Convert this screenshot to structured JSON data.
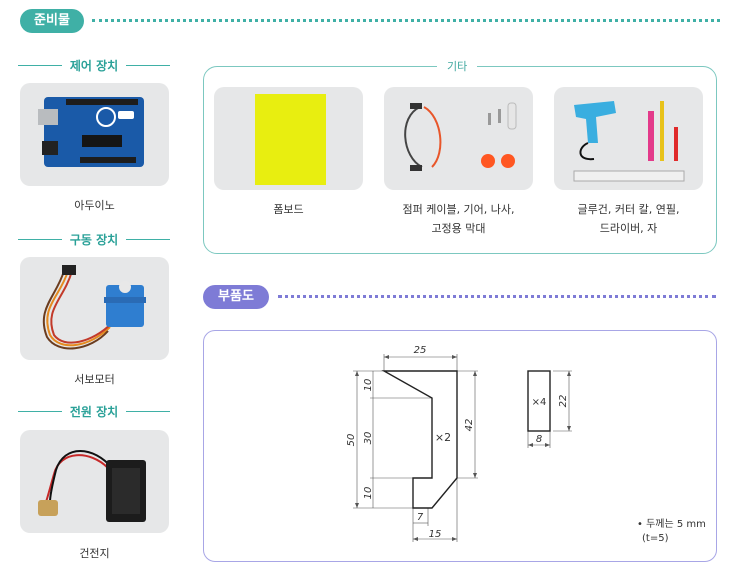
{
  "sections": {
    "materials": "준비물",
    "parts": "부품도"
  },
  "side": {
    "control": {
      "title": "제어 장치",
      "item": "아두이노"
    },
    "drive": {
      "title": "구동 장치",
      "item": "서보모터"
    },
    "power": {
      "title": "전원 장치",
      "item": "건전지"
    }
  },
  "etc": {
    "title": "기타",
    "items": [
      {
        "line1": "폼보드",
        "line2": ""
      },
      {
        "line1": "점퍼 케이블, 기어, 나사,",
        "line2": "고정용 막대"
      },
      {
        "line1": "글루건, 커터 칼, 연필,",
        "line2": "드라이버, 자"
      }
    ]
  },
  "drawing": {
    "part_a": {
      "top": "25",
      "h1": "10",
      "h2": "30",
      "h3": "10",
      "total": "50",
      "right": "42",
      "bottom1": "7",
      "bottom2": "15",
      "qty": "×2"
    },
    "part_b": {
      "qty": "×4",
      "height": "22",
      "width": "8"
    },
    "note1": "• 두께는 5 mm",
    "note2": "(t=5)"
  },
  "colors": {
    "teal": "#3fb0a6",
    "purple": "#7e7bd6",
    "foam": "#e8ee10"
  }
}
